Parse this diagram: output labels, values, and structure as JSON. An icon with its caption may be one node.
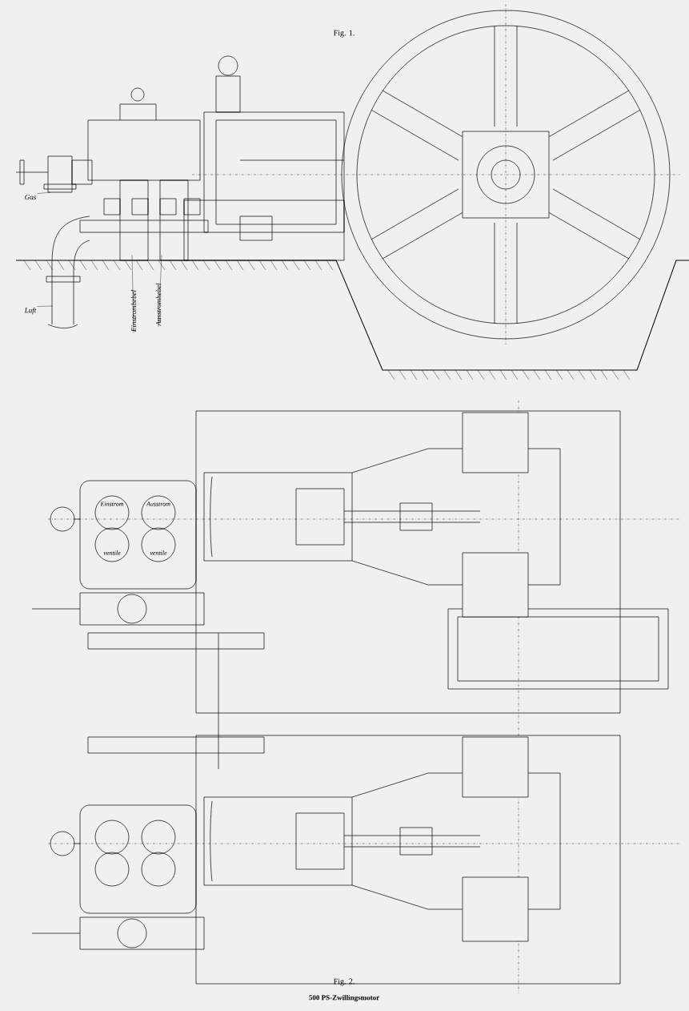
{
  "diagram": {
    "caption": "500 PS-Zwillingsmotor",
    "nodes": [
      {
        "text": [
          "Gas"
        ]
      },
      {
        "text": [
          "Luft"
        ]
      },
      {
        "text": [
          "Einstromhebel"
        ]
      },
      {
        "text": [
          "Ausstromhebel"
        ]
      }
    ],
    "edges": [
      {
        "from": 0,
        "to": null,
        "arrow": "none"
      },
      {
        "from": 1,
        "to": null,
        "arrow": "none"
      },
      {
        "from": 2,
        "to": null,
        "arrow": "none"
      },
      {
        "from": 3,
        "to": null,
        "arrow": "none"
      }
    ],
    "labels": [
      "Fig. 1.",
      "Einstrom",
      "Ausstrom",
      "ventile",
      "ventile",
      "Fig. 2."
    ]
  }
}
